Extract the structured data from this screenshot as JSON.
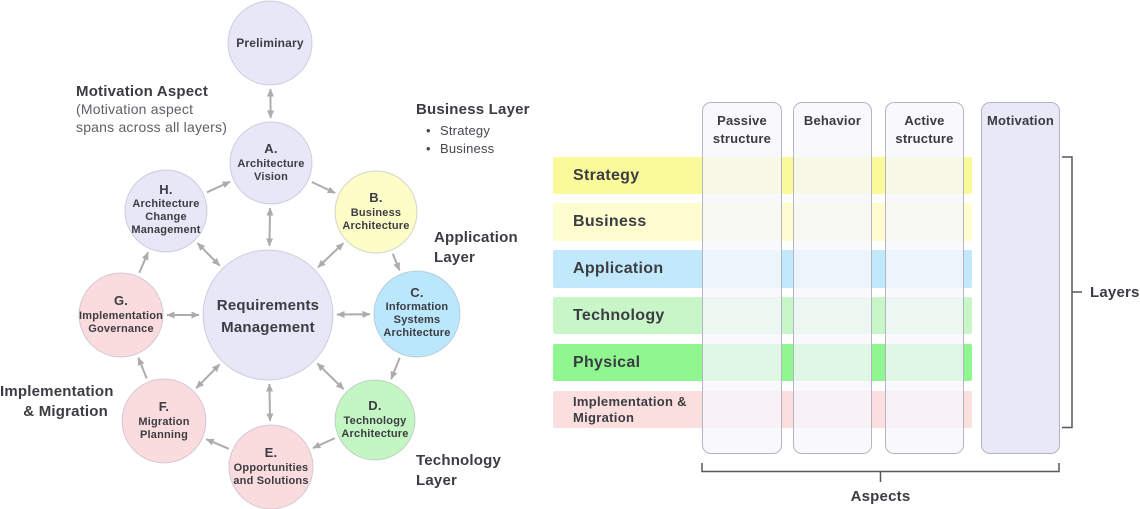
{
  "left": {
    "annotations": {
      "motivation_aspect_title": "Motivation Aspect",
      "motivation_aspect_note_lines": [
        "(Motivation aspect",
        "spans across all layers)"
      ],
      "business_layer_title": "Business Layer",
      "business_layer_bullets": [
        "Strategy",
        "Business"
      ],
      "application_layer_lines": [
        "Application",
        "Layer"
      ],
      "technology_layer_lines": [
        "Technology",
        "Layer"
      ],
      "implementation_migration_lines": [
        "Implementation",
        "& Migration"
      ]
    },
    "nodes": [
      {
        "id": "preliminary",
        "lines": [
          "Preliminary"
        ],
        "fill": "#E7E7F8"
      },
      {
        "id": "architecture-vision",
        "lines": [
          "A.",
          "Architecture",
          "Vision"
        ],
        "fill": "#E7E7F8"
      },
      {
        "id": "business-architecture",
        "lines": [
          "B.",
          "Business",
          "Architecture"
        ],
        "fill": "#FDFDC7"
      },
      {
        "id": "information-systems-architecture",
        "lines": [
          "C.",
          "Information",
          "Systems",
          "Architecture"
        ],
        "fill": "#BAE7FB"
      },
      {
        "id": "technology-architecture",
        "lines": [
          "D.",
          "Technology",
          "Architecture"
        ],
        "fill": "#C4F6C3"
      },
      {
        "id": "opportunities-and-solutions",
        "lines": [
          "E.",
          "Opportunities",
          "and Solutions"
        ],
        "fill": "#FADBDE"
      },
      {
        "id": "migration-planning",
        "lines": [
          "F.",
          "Migration",
          "Planning"
        ],
        "fill": "#FADBDE"
      },
      {
        "id": "implementation-governance",
        "lines": [
          "G.",
          "Implementation",
          "Governance"
        ],
        "fill": "#FADBDE"
      },
      {
        "id": "architecture-change-management",
        "lines": [
          "H.",
          "Architecture",
          "Change",
          "Management"
        ],
        "fill": "#E7E7F8"
      },
      {
        "id": "requirements-management",
        "lines": [
          "Requirements",
          "Management"
        ],
        "fill": "#E7E7F8"
      }
    ]
  },
  "right": {
    "columns": [
      {
        "label": "Passive structure"
      },
      {
        "label": "Behavior"
      },
      {
        "label": "Active structure"
      },
      {
        "label": "Motivation"
      }
    ],
    "rows": [
      {
        "label": "Strategy",
        "color": "#FAFA9B"
      },
      {
        "label": "Business",
        "color": "#FDFDD0"
      },
      {
        "label": "Application",
        "color": "#C2E9FB"
      },
      {
        "label": "Technology",
        "color": "#C8F6C8"
      },
      {
        "label": "Physical",
        "color": "#90F690"
      },
      {
        "label": "Implementation & Migration",
        "color": "#FBDEDE"
      }
    ],
    "layers_bracket_label": "Layers",
    "aspects_bracket_label": "Aspects"
  },
  "colors": {
    "arrow": "#ACACAC",
    "circle_stroke": "rgba(110,110,150,0.28)",
    "column_border": "#B4B4C5",
    "bracket": "#57575D",
    "text": "#3C3C43"
  }
}
